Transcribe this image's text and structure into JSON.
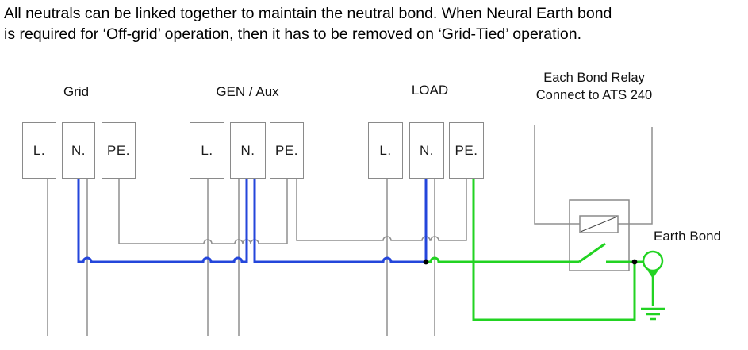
{
  "description": {
    "line1": "All neutrals can be linked together to maintain the neutral bond. When Neural Earth bond",
    "line2": "is required for ‘Off-grid’ operation, then it has to be removed on ‘Grid-Tied’ operation."
  },
  "terminal_groups": [
    {
      "name": "Grid",
      "terminals": [
        "L.",
        "N.",
        "PE."
      ]
    },
    {
      "name": "GEN / Aux",
      "terminals": [
        "L.",
        "N.",
        "PE."
      ]
    },
    {
      "name": "LOAD",
      "terminals": [
        "L.",
        "N.",
        "PE."
      ]
    }
  ],
  "relay": {
    "label_line1": "Each Bond Relay",
    "label_line2": "Connect to ATS 240"
  },
  "earth_bond_label": "Earth Bond",
  "colors": {
    "neutral_wire": "#2446db",
    "earth_wire": "#22d322",
    "line_wire": "#8f8f8f",
    "box_border": "#8a8a8a",
    "coil_diagonal": "#444444",
    "junction_dot": "#000000"
  }
}
